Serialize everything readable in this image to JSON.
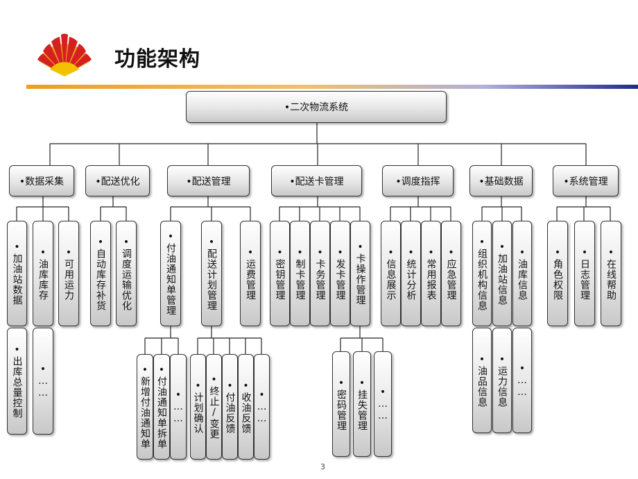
{
  "header": {
    "title": "功能架构"
  },
  "page_number": "3",
  "tree": {
    "root": "•二次物流系统",
    "groups": [
      {
        "label": "•数据采集",
        "children": [
          "•加油站数据",
          "•油库库存",
          "•可用运力",
          "•出库总量控制",
          "•……"
        ]
      },
      {
        "label": "•配送优化",
        "children": [
          "•自动库存补货",
          "•调度运输优化"
        ]
      },
      {
        "label": "•配送管理",
        "children": [
          {
            "label": "•付油通知单管理",
            "children": [
              "•新增付油通知单",
              "•付油通知单拆单",
              "•……"
            ]
          },
          {
            "label": "•配送计划管理",
            "children": [
              "•计划确认",
              "•终止/变更",
              "•付油反馈",
              "•收油反馈",
              "•……"
            ]
          },
          {
            "label": "•运费管理"
          }
        ]
      },
      {
        "label": "•配送卡管理",
        "children": [
          "•密钥管理",
          "•制卡管理",
          "•卡务管理",
          "•发卡管理",
          {
            "label": "•卡操作管理",
            "children": [
              "•密码管理",
              "•挂失管理",
              "•……"
            ]
          }
        ]
      },
      {
        "label": "•调度指挥",
        "children": [
          "•信息展示",
          "•统计分析",
          "•常用报表",
          "•应急管理"
        ]
      },
      {
        "label": "•基础数据",
        "children": [
          "•组织机构信息",
          "•加油站信息",
          "•油库信息",
          "•油品信息",
          "•运力信息",
          "•……"
        ]
      },
      {
        "label": "•系统管理",
        "children": [
          "•角色权限",
          "•日志管理",
          "•在线帮助"
        ]
      }
    ]
  }
}
